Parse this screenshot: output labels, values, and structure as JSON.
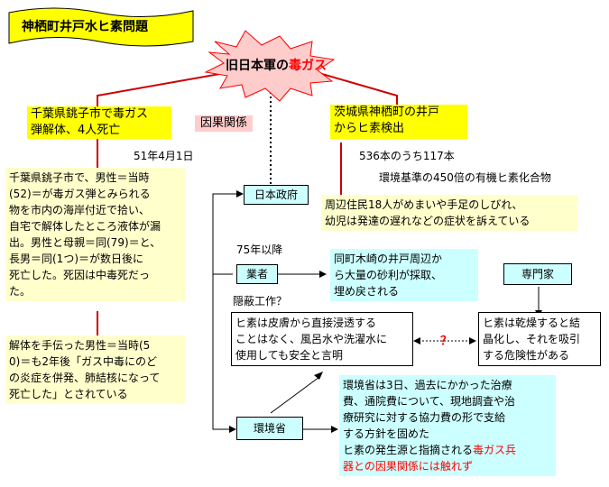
{
  "title": "神栖町井戸水ヒ素問題",
  "center": {
    "pre": "旧日本軍の",
    "emph": "毒ガス"
  },
  "left_event": {
    "line1": "千葉県銚子市で毒ガス",
    "line2": "弾解体、4人死亡"
  },
  "causal_label": "因果関係",
  "right_event": {
    "line1": "茨城県神栖町の井戸",
    "line2": "からヒ素検出"
  },
  "date": "51年4月1日",
  "left_detail": [
    "千葉県銚子市で、男性＝当時",
    "(52)＝が毒ガス弾とみられる",
    "物を市内の海岸付近で拾い、",
    "自宅で解体したところ液体が漏",
    "出。男性と母親＝同(79)＝と、",
    "長男＝同(1つ)＝が数日後に",
    "死亡した。死因は中毒死だっ",
    "た。"
  ],
  "left_detail2": [
    "解体を手伝った男性＝当時(5",
    "0)＝も2年後「ガス中毒にのど",
    "の炎症を併発、肺結核になって",
    "死亡した」とされている"
  ],
  "stats": {
    "line1": "536本のうち117本",
    "line2": "環境基準の450倍の有機ヒ素化合物"
  },
  "residents": [
    "周辺住民18人がめまいや手足のしびれ、",
    "幼児は発達の遅れなどの症状を訴えている"
  ],
  "government": "日本政府",
  "since75": "75年以降",
  "contractor": "業者",
  "contractor_note": [
    "同町木崎の井戸周辺か",
    "ら大量の砂利が採取、",
    "埋め戻される"
  ],
  "coverup": "隠蔽工作？",
  "expert": "専門家",
  "claim_left": [
    "ヒ素は皮膚から直接浸透する",
    "ことはなく、風呂水や洗濯水に",
    "使用しても安全と言明"
  ],
  "question": "？",
  "claim_right": [
    "ヒ素は乾燥すると結",
    "晶化し、それを吸引",
    "する危険性がある"
  ],
  "ministry": "環境省",
  "ministry_note": {
    "lines": [
      "環境省は3日、過去にかかった治療",
      "費、通院費について、現地調査や治",
      "療研究に対する協力費の形で支給",
      "する方針を固めた",
      "ヒ素の発生源と指摘される"
    ],
    "red1": "毒ガス兵",
    "red2": "器との因果関係には触れず"
  },
  "colors": {
    "yellow": "#ffff00",
    "cream": "#ffffcc",
    "cyan": "#ccffff",
    "pink": "#ffcccc",
    "red": "#ff0000"
  }
}
